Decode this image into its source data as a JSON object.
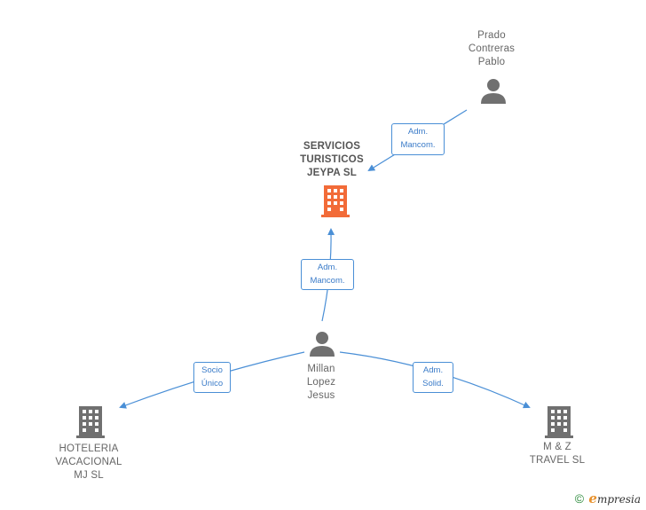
{
  "nodes": {
    "focus_company": {
      "label": "SERVICIOS\nTURISTICOS\nJEYPA  SL",
      "color": "#f26b38"
    },
    "person_prado": {
      "label": "Prado\nContreras\nPablo"
    },
    "person_millan": {
      "label": "Millan\nLopez\nJesus"
    },
    "company_hoteleria": {
      "label": "HOTELERIA\nVACACIONAL\nMJ  SL"
    },
    "company_mz": {
      "label": "M & Z\nTRAVEL  SL"
    }
  },
  "edges": {
    "prado_to_focus": {
      "label": "Adm.\nMancom."
    },
    "millan_to_focus": {
      "label": "Adm.\nMancom."
    },
    "millan_to_hoteleria": {
      "label": "Socio\nÚnico"
    },
    "millan_to_mz": {
      "label": "Adm.\nSolid."
    }
  },
  "colors": {
    "edge": "#4a8fd6",
    "person": "#707070",
    "company": "#707070",
    "focus": "#f26b38"
  },
  "footer": {
    "copyright": "©",
    "brand_initial": "e",
    "brand_rest": "mpresia"
  }
}
